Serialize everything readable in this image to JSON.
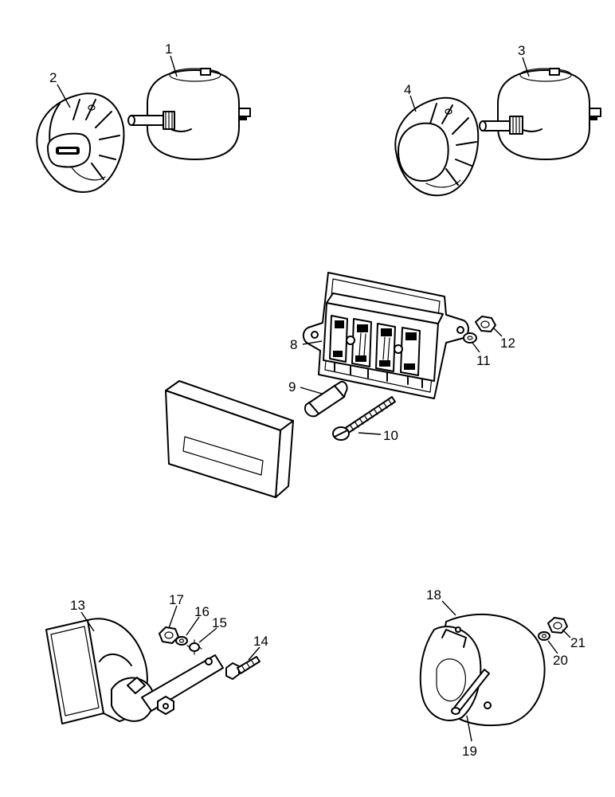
{
  "callouts": {
    "n1": "1",
    "n2": "2",
    "n3": "3",
    "n4": "4",
    "n8": "8",
    "n9": "9",
    "n10": "10",
    "n11": "11",
    "n12": "12",
    "n13": "13",
    "n14": "14",
    "n15": "15",
    "n16": "16",
    "n17": "17",
    "n18": "18",
    "n19": "19",
    "n20": "20",
    "n21": "21"
  },
  "colors": {
    "ink": "#000000",
    "paper": "#ffffff"
  }
}
